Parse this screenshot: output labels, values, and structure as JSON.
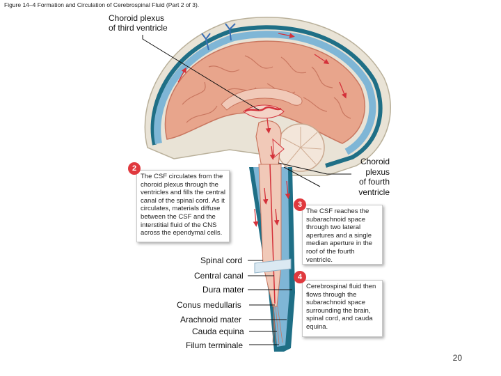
{
  "caption": "Figure 14–4 Formation and Circulation of Cerebrospinal Fluid (Part 2 of 3).",
  "labels": {
    "choroid_third": "Choroid plexus\nof third ventricle",
    "choroid_fourth": "Choroid\nplexus\nof fourth\nventricle",
    "spinal_cord": "Spinal cord",
    "central_canal": "Central canal",
    "dura_mater": "Dura mater",
    "conus_medullaris": "Conus medullaris",
    "arachnoid_mater": "Arachnoid mater",
    "cauda_equina": "Cauda equina",
    "filum_terminale": "Filum terminale"
  },
  "steps": [
    {
      "number": "2",
      "text": "The CSF circulates from the choroid plexus through the ventricles and fills the central canal of the spinal cord. As it circulates, materials diffuse between the CSF and the interstitial fluid of the CNS across the ependymal cells."
    },
    {
      "number": "3",
      "text": "The CSF reaches the subarachnoid space through two lateral apertures and a single median aperture in the roof of the fourth ventricle."
    },
    {
      "number": "4",
      "text": "Cerebrospinal fluid then flows through the subarachnoid space surrounding the brain, spinal cord, and cauda equina."
    }
  ],
  "page_number": "20",
  "colors": {
    "brain": "#e8a58c",
    "brain_fold": "#c97760",
    "csf_blue": "#7fb6d6",
    "dura_teal": "#1f6f86",
    "skull": "#e9e3d6",
    "cerebellum": "#f3e6da",
    "arrow_red": "#d4313a",
    "badge_red": "#e0393e"
  }
}
